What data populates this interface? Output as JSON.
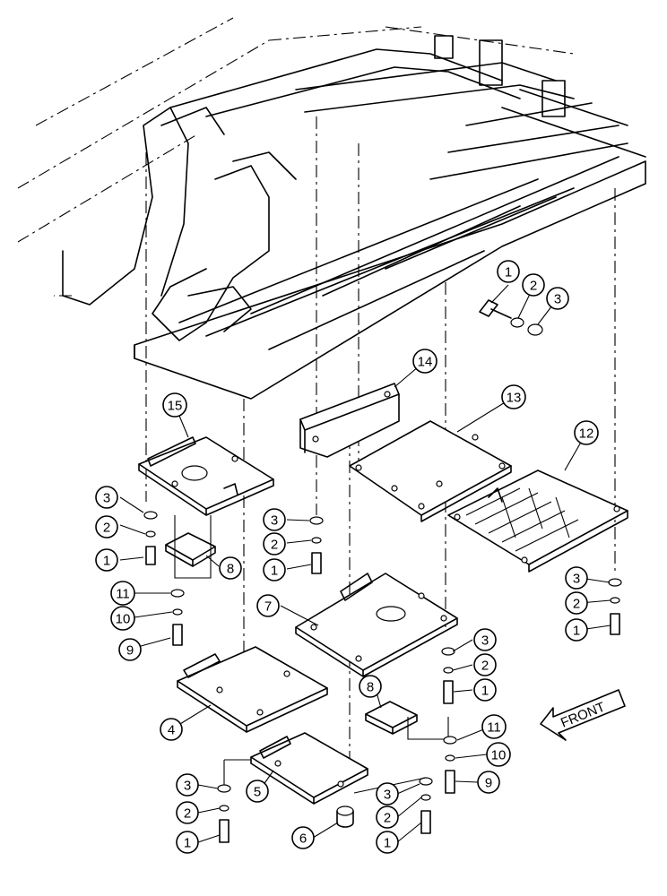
{
  "diagram": {
    "callouts": [
      {
        "id": "c1a",
        "label": "1"
      },
      {
        "id": "c2a",
        "label": "2"
      },
      {
        "id": "c3a",
        "label": "3"
      },
      {
        "id": "c14",
        "label": "14"
      },
      {
        "id": "c13",
        "label": "13"
      },
      {
        "id": "c12",
        "label": "12"
      },
      {
        "id": "c15",
        "label": "15"
      },
      {
        "id": "c3b",
        "label": "3"
      },
      {
        "id": "c2b",
        "label": "2"
      },
      {
        "id": "c1b",
        "label": "1"
      },
      {
        "id": "c8a",
        "label": "8"
      },
      {
        "id": "c11a",
        "label": "11"
      },
      {
        "id": "c10a",
        "label": "10"
      },
      {
        "id": "c9a",
        "label": "9"
      },
      {
        "id": "c3c",
        "label": "3"
      },
      {
        "id": "c2c",
        "label": "2"
      },
      {
        "id": "c1c",
        "label": "1"
      },
      {
        "id": "c3d",
        "label": "3"
      },
      {
        "id": "c2d",
        "label": "2"
      },
      {
        "id": "c1d",
        "label": "1"
      },
      {
        "id": "c7",
        "label": "7"
      },
      {
        "id": "c3e",
        "label": "3"
      },
      {
        "id": "c2e",
        "label": "2"
      },
      {
        "id": "c1e",
        "label": "1"
      },
      {
        "id": "c8b",
        "label": "8"
      },
      {
        "id": "c11b",
        "label": "11"
      },
      {
        "id": "c10b",
        "label": "10"
      },
      {
        "id": "c9b",
        "label": "9"
      },
      {
        "id": "c4",
        "label": "4"
      },
      {
        "id": "c3f",
        "label": "3"
      },
      {
        "id": "c2f",
        "label": "2"
      },
      {
        "id": "c1f",
        "label": "1"
      },
      {
        "id": "c5",
        "label": "5"
      },
      {
        "id": "c6",
        "label": "6"
      },
      {
        "id": "c3g",
        "label": "3"
      },
      {
        "id": "c2g",
        "label": "2"
      },
      {
        "id": "c1g",
        "label": "1"
      }
    ],
    "front_arrow": {
      "label": "FRONT"
    }
  }
}
